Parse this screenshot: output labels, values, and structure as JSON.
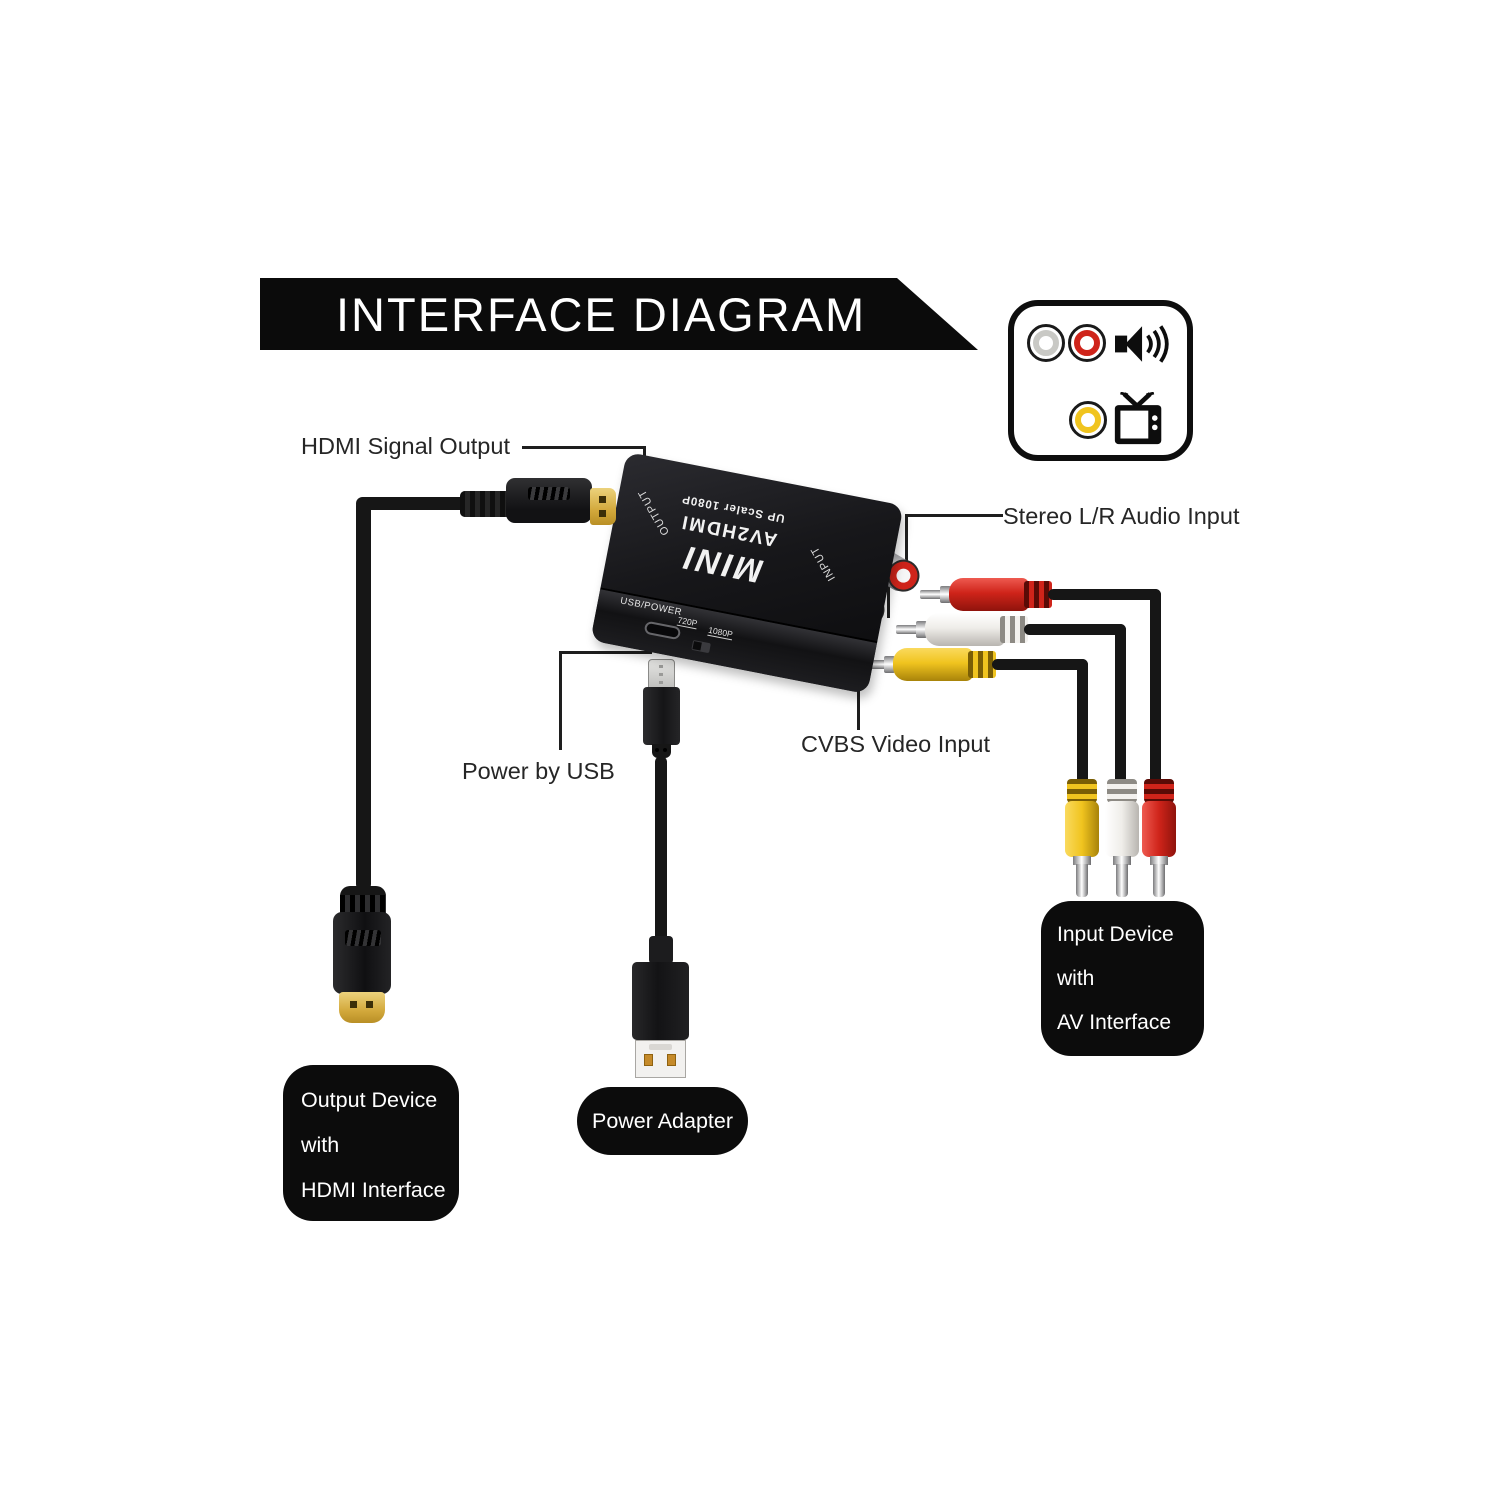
{
  "banner": {
    "title": "INTERFACE DIAGRAM"
  },
  "legend": {
    "icons": [
      "white-rca-jack",
      "red-rca-jack",
      "speaker",
      "yellow-rca-jack",
      "tv"
    ]
  },
  "labels": {
    "hdmi": "HDMI Signal Output",
    "stereo": "Stereo L/R Audio Input",
    "cvbs": "CVBS Video Input",
    "usb": "Power by USB"
  },
  "device": {
    "brand": "MINI",
    "model": "AV2HDMI",
    "subtitle": "UP Scaler 1080P",
    "output_label": "OUTPUT",
    "input_label": "INPUT",
    "front": {
      "usb_power": "USB/POWER",
      "res_720": "720P",
      "res_1080": "1080P"
    }
  },
  "boxes": {
    "output_device": [
      "Output Device",
      "with",
      "HDMI Interface"
    ],
    "power_adapter": "Power Adapter",
    "input_device": [
      "Input Device",
      "with",
      "AV Interface"
    ]
  },
  "colors": {
    "rca_red": "#cf241a",
    "rca_white": "#f3f1ee",
    "rca_yellow": "#f0c41f",
    "ring_gray": "#c9c9c5",
    "gold": "#d9ae45",
    "cable": "#161616",
    "panel": "#0c0c0c"
  }
}
